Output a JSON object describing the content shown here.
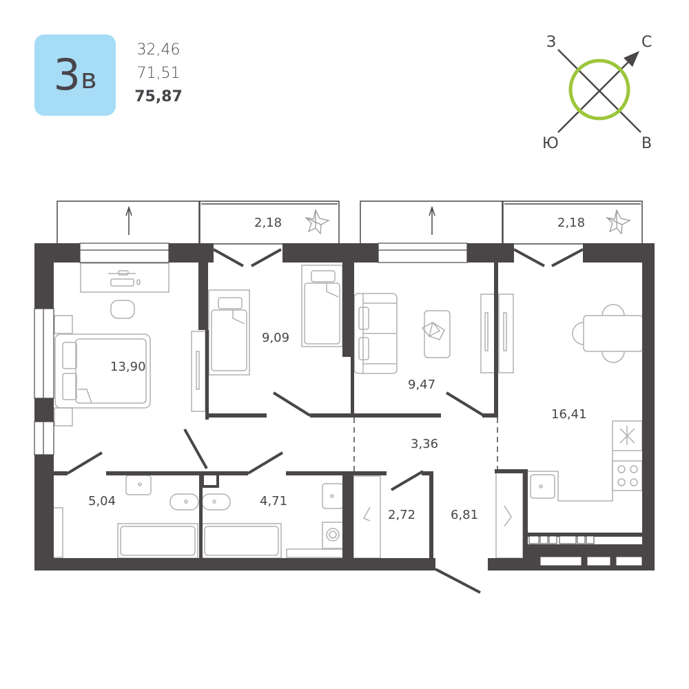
{
  "apartment": {
    "rooms_count": "3",
    "type_letter": "в",
    "badge_color": "#a6dcf6",
    "living_area": "32,46",
    "total_area_no_balcony": "71,51",
    "total_area": "75,87"
  },
  "compass": {
    "north": "С",
    "south": "Ю",
    "east": "В",
    "west": "З",
    "ring_color": "#9cc63b"
  },
  "rooms": {
    "bedroom_master": "13,90",
    "bedroom_kids": "9,09",
    "bedroom_small": "9,47",
    "kitchen_living": "16,41",
    "hall": "3,36",
    "corridor": "6,81",
    "closet": "2,72",
    "bathroom_1": "5,04",
    "bathroom_2": "4,71",
    "balcony_left": "2,18",
    "balcony_right": "2,18"
  },
  "colors": {
    "wall": "#4a4648",
    "furniture": "#b0b0b0"
  }
}
